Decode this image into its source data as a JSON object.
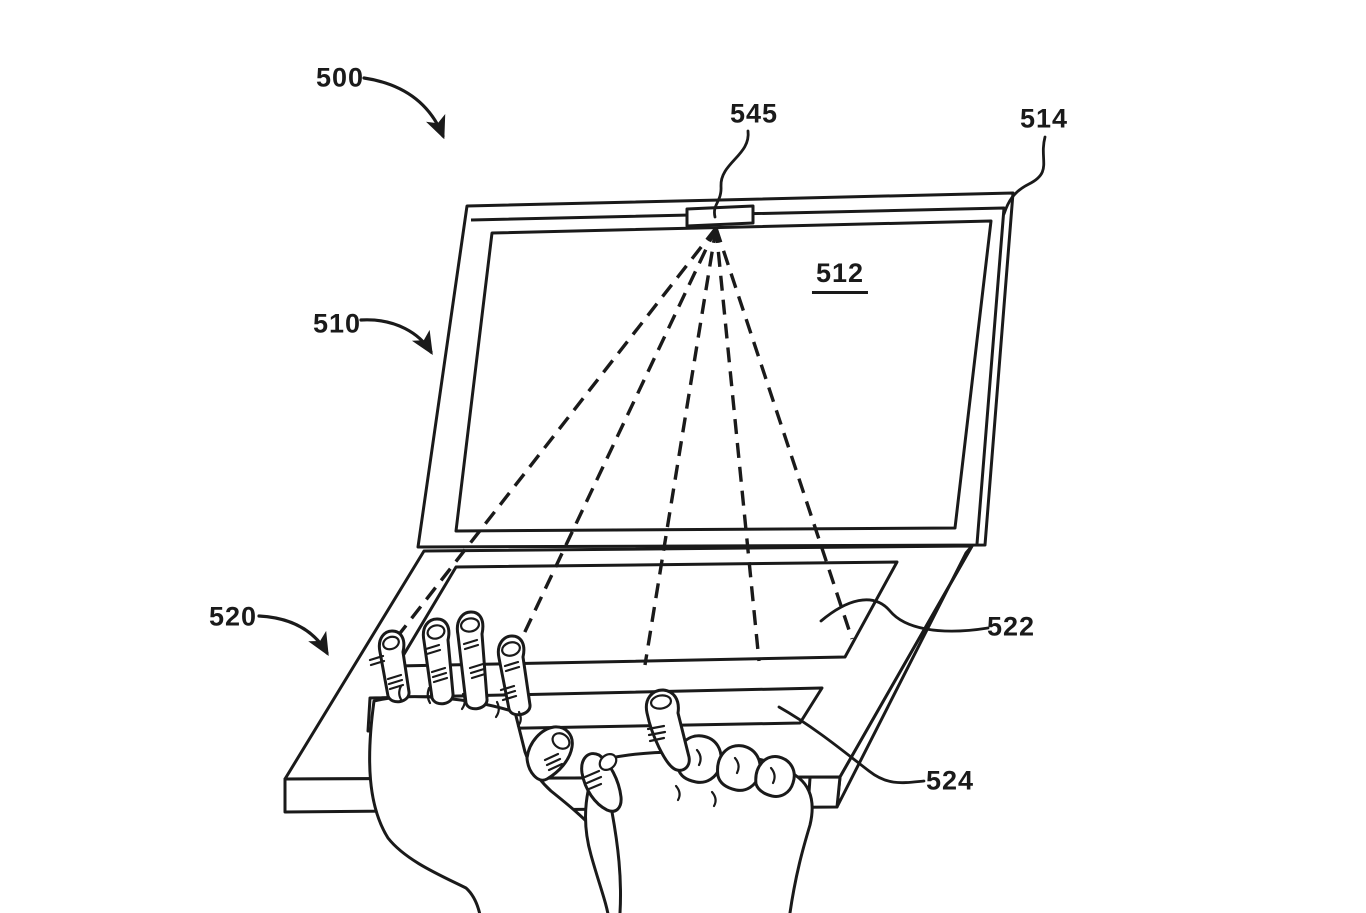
{
  "figure": {
    "colors": {
      "ink": "#1a1a1a",
      "background": "#ffffff"
    },
    "labels": {
      "l500": {
        "text": "500"
      },
      "l510": {
        "text": "510"
      },
      "l512": {
        "text": "512"
      },
      "l514": {
        "text": "514"
      },
      "l520": {
        "text": "520"
      },
      "l522": {
        "text": "522"
      },
      "l524": {
        "text": "524"
      },
      "l545": {
        "text": "545"
      }
    }
  }
}
